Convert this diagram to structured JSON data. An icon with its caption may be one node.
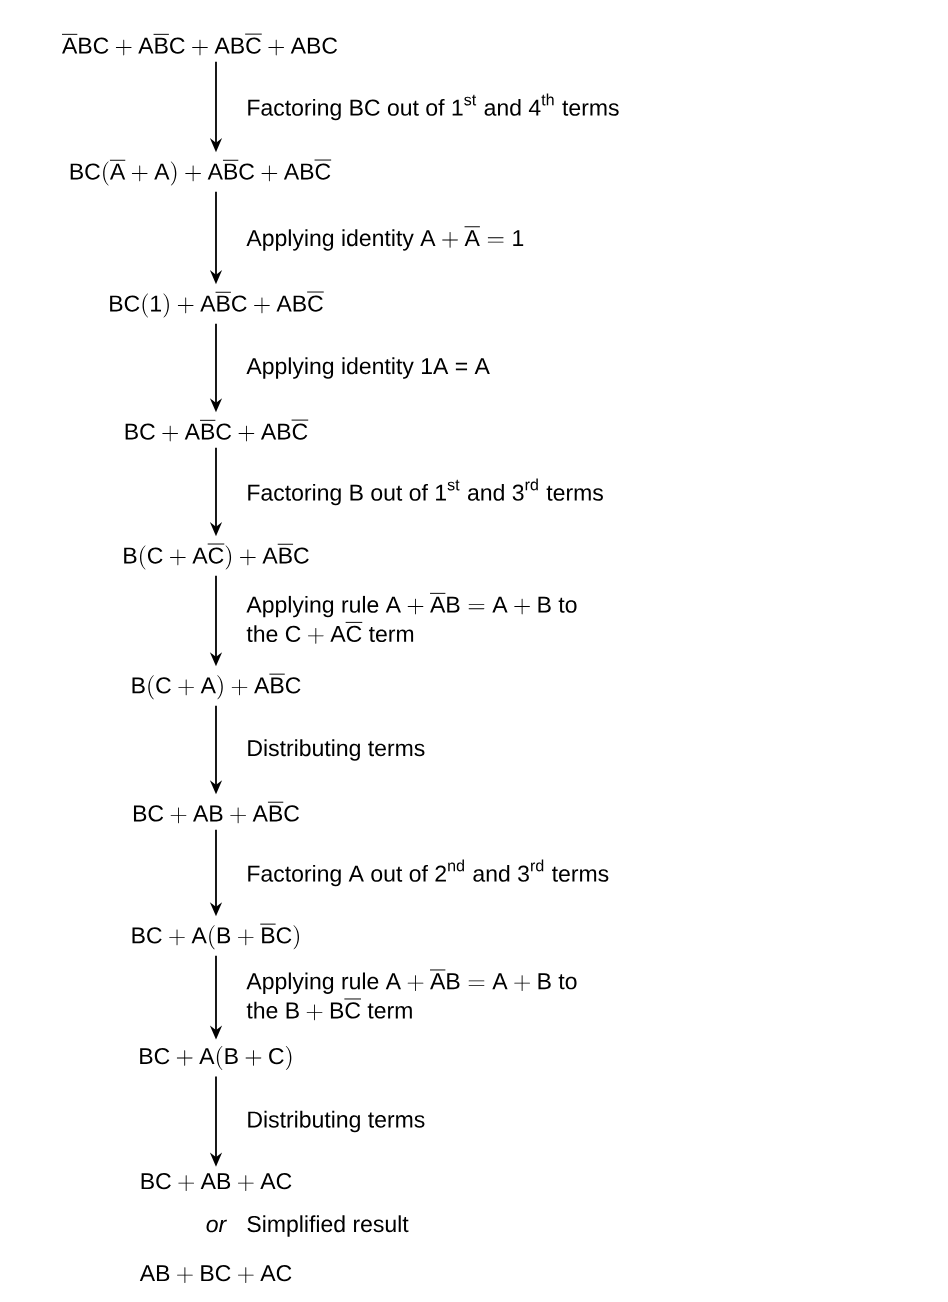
{
  "diagram": {
    "nodes": [
      {
        "text": [
          "\\overline{A}BC + A\\overline{B}C + AB\\overline{C} + ABC"
        ]
      },
      {
        "text": [
          "BC(\\overline{A} + A) + A\\overline{B}C + AB\\overline{C}"
        ]
      },
      {
        "text": [
          "BC(1) + A\\overline{B}C + AB\\overline{C}"
        ]
      },
      {
        "text": [
          "BC + A\\overline{B}C + AB\\overline{C}"
        ]
      },
      {
        "text": [
          "B(C + A\\overline{C}) + A\\overline{B}C"
        ]
      },
      {
        "text": [
          "B(C + A) + A\\overline{B}C"
        ]
      },
      {
        "text": [
          "BC + AB + A\\overline{B}C"
        ]
      },
      {
        "text": [
          "BC + A(B + \\overline{B}C)"
        ]
      },
      {
        "text": [
          "BC + A(B + C)"
        ]
      },
      {
        "text": [
          "BC + AB + AC"
        ]
      },
      {
        "text": [
          "AB + BC + AC"
        ]
      }
    ],
    "edges": [
      {
        "from": 0,
        "to": 1,
        "arrow": "to",
        "label": "\\text{Factoring BC out of 1}^{\\text{st}}\\text{ and 4}^{\\text{th}}\\text{ terms}"
      },
      {
        "from": 1,
        "to": 2,
        "arrow": "to",
        "label": "\\text{Applying identity } A + \\overline{A} = 1"
      },
      {
        "from": 2,
        "to": 3,
        "arrow": "to",
        "label": "\\text{Applying identity 1A = A}"
      },
      {
        "from": 3,
        "to": 4,
        "arrow": "to",
        "label": "\\text{Factoring B out of 1}^{\\text{st}}\\text{ and 3}^{\\text{rd}}\\text{ terms}"
      },
      {
        "from": 4,
        "to": 5,
        "arrow": "to",
        "label": "\\begin{array}{@{}l}\\text{Applying rule } A + \\overline{A}B = A + B \\text{ to}\\\\ \\text{the } C + A\\overline{C} \\text{ term}\\end{array}"
      },
      {
        "from": 5,
        "to": 6,
        "arrow": "to",
        "label": "\\text{Distributing terms}"
      },
      {
        "from": 6,
        "to": 7,
        "arrow": "to",
        "label": "\\text{Factoring A out of 2}^{\\text{nd}}\\text{ and 3}^{\\text{rd}}\\text{ terms}"
      },
      {
        "from": 7,
        "to": 8,
        "arrow": "to",
        "label": "\\begin{array}{@{}l}\\text{Applying rule } A + \\overline{A}B = A + B \\text{ to}\\\\ \\text{the } B + B\\overline{C} \\text{ term}\\end{array}"
      },
      {
        "from": 8,
        "to": 9,
        "arrow": "to",
        "label": "\\text{Distributing terms}"
      }
    ],
    "labels": [
      "or",
      "Simplified result"
    ]
  }
}
